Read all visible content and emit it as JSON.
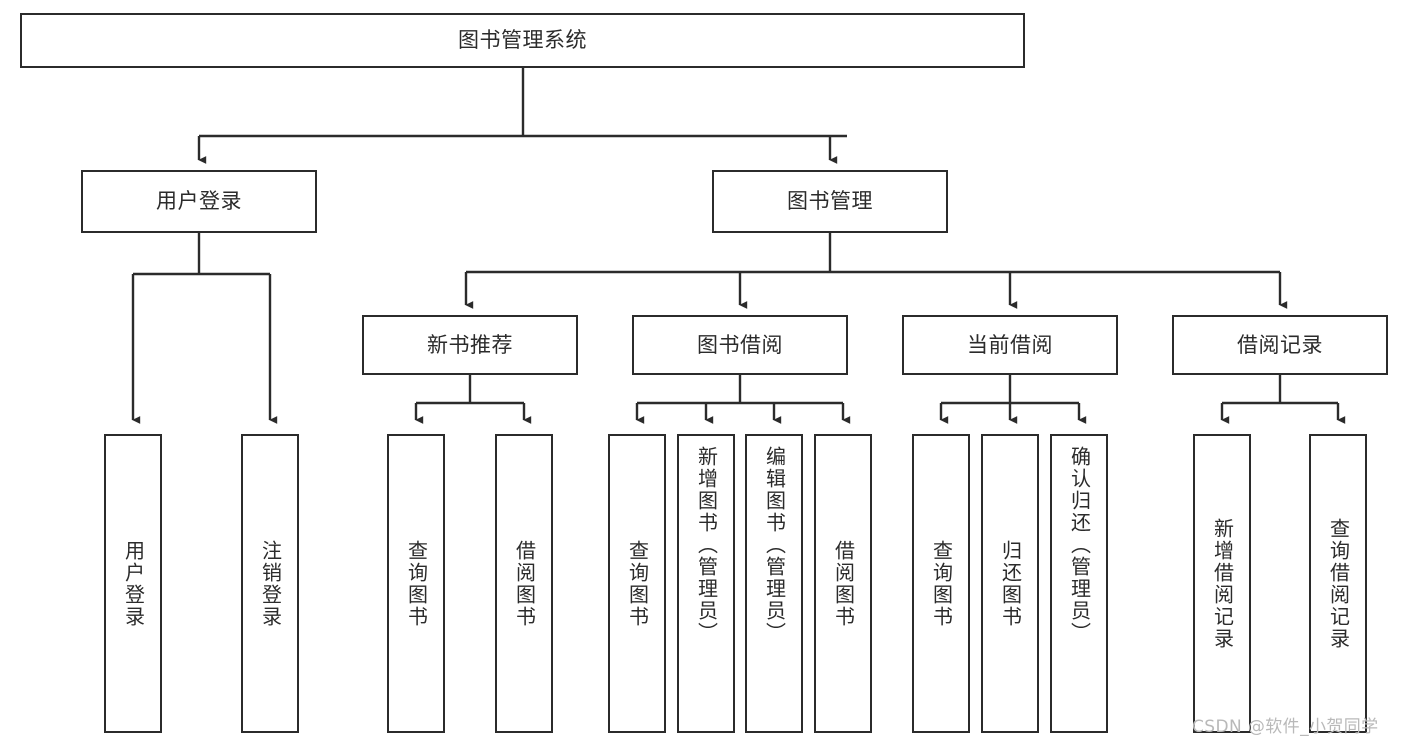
{
  "diagram": {
    "type": "tree",
    "title": "图书管理系统",
    "root": {
      "label": "图书管理系统"
    },
    "level2": [
      {
        "label": "用户登录"
      },
      {
        "label": "图书管理"
      }
    ],
    "level3": [
      {
        "label": "新书推荐"
      },
      {
        "label": "图书借阅"
      },
      {
        "label": "当前借阅"
      },
      {
        "label": "借阅记录"
      }
    ],
    "leaves": {
      "user_login": [
        {
          "label": "用户登录"
        },
        {
          "label": "注销登录"
        }
      ],
      "new_book_recommend": [
        {
          "label": "查询图书"
        },
        {
          "label": "借阅图书"
        }
      ],
      "book_borrow": [
        {
          "label": "查询图书"
        },
        {
          "label": "新增图书（管理员）"
        },
        {
          "label": "编辑图书（管理员）"
        },
        {
          "label": "借阅图书"
        }
      ],
      "current_borrow": [
        {
          "label": "查询图书"
        },
        {
          "label": "归还图书"
        },
        {
          "label": "确认归还（管理员）"
        }
      ],
      "borrow_record": [
        {
          "label": "新增借阅记录"
        },
        {
          "label": "查询借阅记录"
        }
      ]
    }
  },
  "watermark": {
    "text": "CSDN @软件_小贺同学"
  },
  "colors": {
    "box_border": "#2b2b2b",
    "box_fill": "#ffffff",
    "text": "#2b2b2b",
    "connector": "#2b2b2b",
    "watermark": "#b9b9b9",
    "background": "#ffffff"
  }
}
